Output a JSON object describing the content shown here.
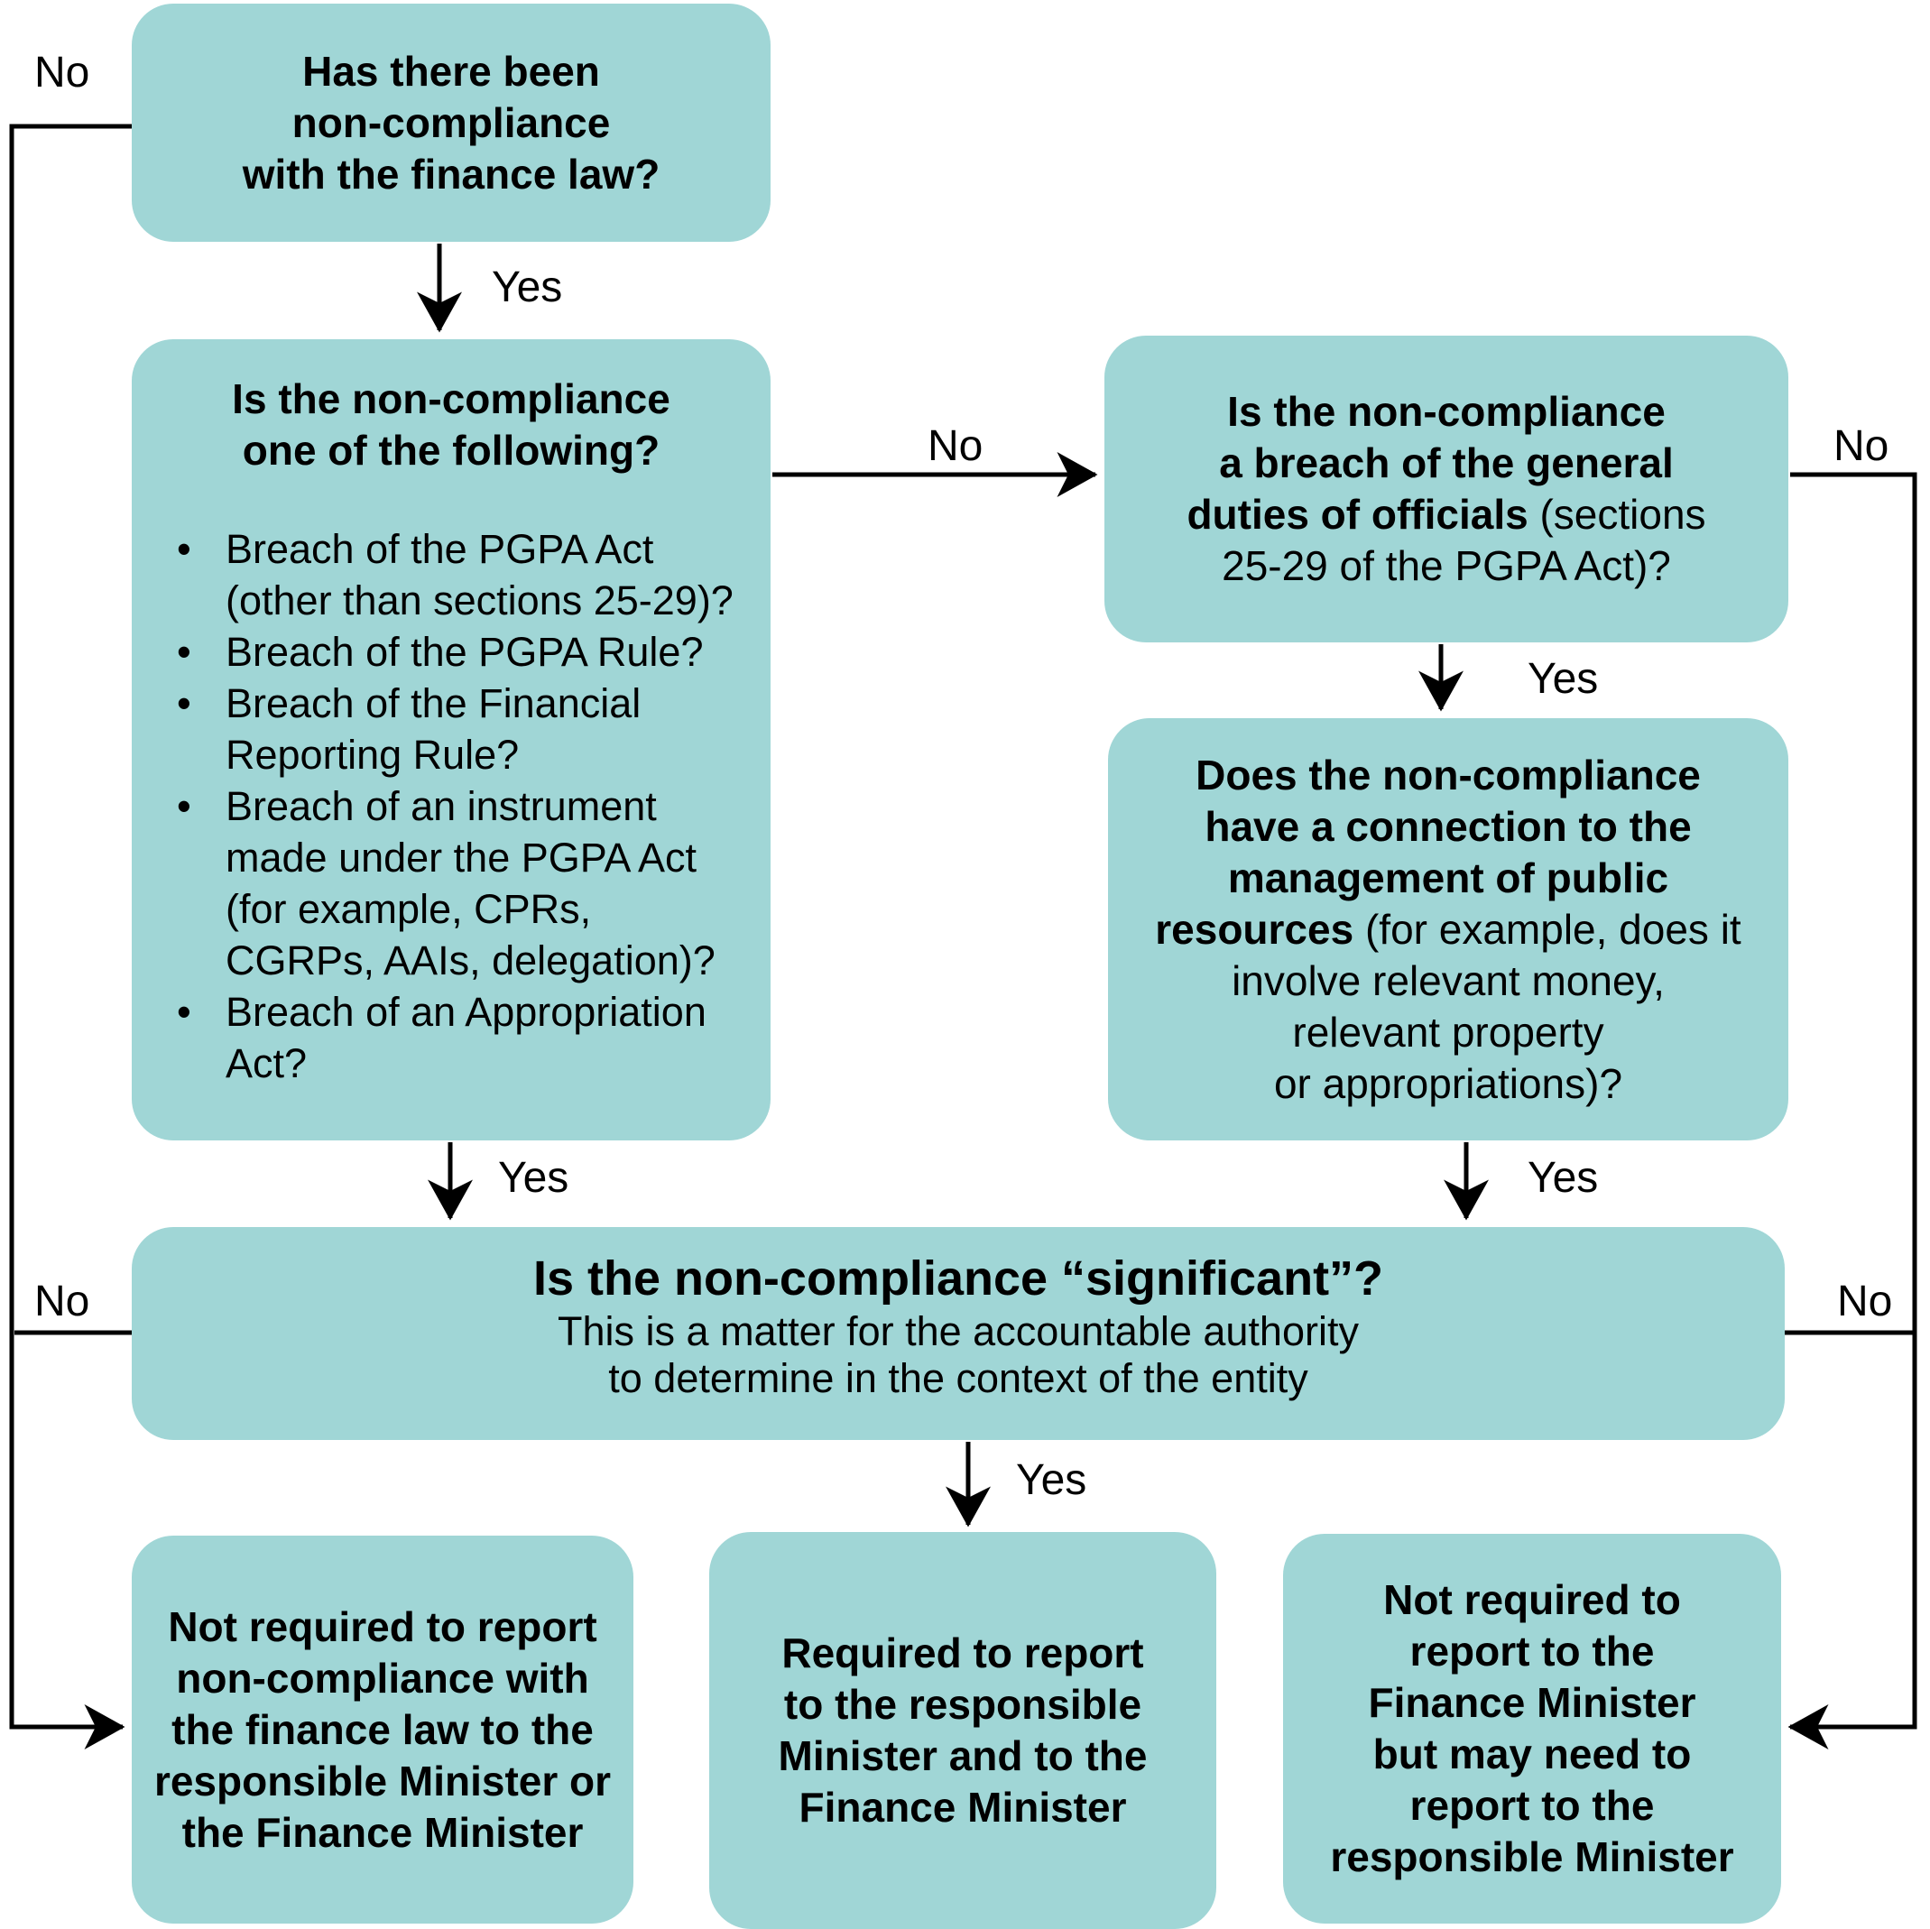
{
  "colors": {
    "box_fill": "#a0d6d6",
    "line": "#000000",
    "text": "#000000",
    "background": "#ffffff"
  },
  "labels": {
    "yes": "Yes",
    "no": "No"
  },
  "boxes": {
    "q_noncompliance": {
      "lines": [
        "Has there been",
        "non-compliance",
        "with the finance law?"
      ]
    },
    "q_breach_type": {
      "title_lines": [
        "Is the non-compliance",
        "one of the following?"
      ],
      "bullets": [
        "Breach of the PGPA Act (other than sections 25-29)?",
        "Breach of the PGPA Rule?",
        "Breach of the Financial Reporting Rule?",
        "Breach of an instrument made under the PGPA Act (for example, CPRs, CGRPs, AAIs, delegation)?",
        "Breach of an Appropriation Act?"
      ]
    },
    "q_general_duties": {
      "bold_line1": "Is the non-compliance",
      "bold_line2": "a breach of the general",
      "line3_bold": "duties of officials",
      "line3_regular": " (sections",
      "regular_line4": "25-29 of the PGPA Act)?"
    },
    "q_public_resources": {
      "bold_line1": "Does the non-compliance",
      "bold_line2": "have a connection to the",
      "bold_line3": "management of public",
      "line4_bold": "resources",
      "line4_regular": " (for example, does it",
      "regular_line5": "involve relevant money,",
      "regular_line6": "relevant property",
      "regular_line7": "or appropriations)?"
    },
    "q_significant": {
      "title": "Is the non-compliance “significant”?",
      "subtitle_line1": "This is a matter for the accountable authority",
      "subtitle_line2": "to determine in the context of the entity"
    },
    "outcome_not_required_either": {
      "lines": [
        "Not required to report",
        "non-compliance with",
        "the finance law to the",
        "responsible Minister or",
        "the Finance Minister"
      ]
    },
    "outcome_required_both": {
      "lines": [
        "Required to report",
        "to the responsible",
        "Minister and to the",
        "Finance Minister"
      ]
    },
    "outcome_not_required_fm": {
      "lines": [
        "Not required to",
        "report to the",
        "Finance Minister",
        "but may need to",
        "report to the",
        "responsible Minister"
      ]
    }
  }
}
